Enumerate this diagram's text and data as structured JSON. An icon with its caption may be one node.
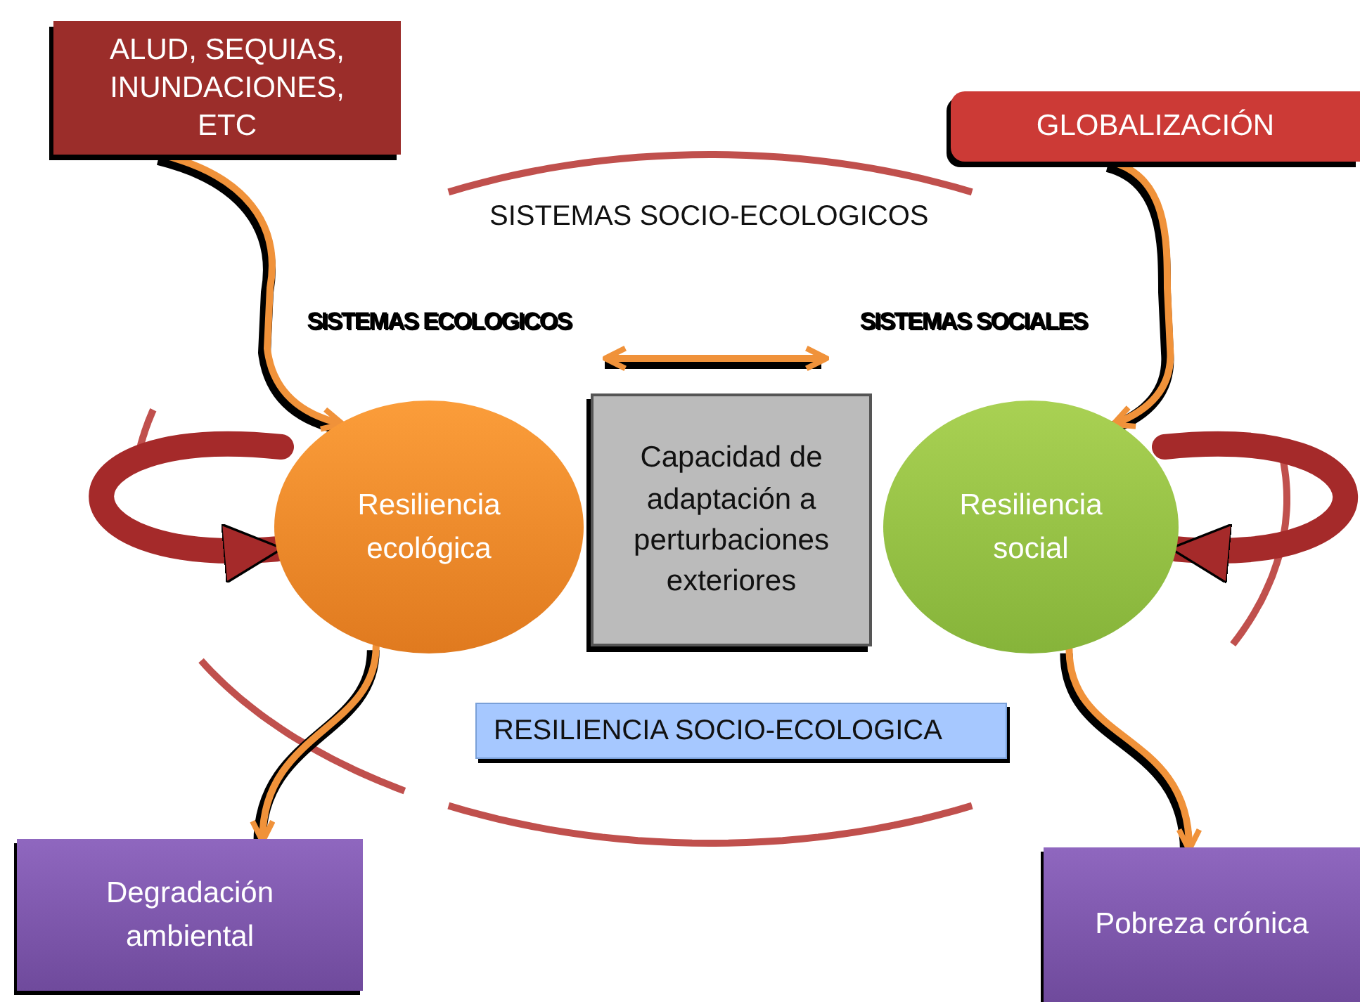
{
  "diagram": {
    "nodes": [
      {
        "text": [
          "ALUD, SEQUIAS, INUNDACIONES, ETC"
        ]
      },
      {
        "text": [
          "GLOBALIZACIÓN"
        ]
      },
      {
        "text": [
          "SISTEMAS ECOLOGICOS"
        ]
      },
      {
        "text": [
          "SISTEMAS SOCIALES"
        ]
      },
      {
        "text": [
          "Resiliencia ecológica"
        ]
      },
      {
        "text": [
          "Capacidad de adaptación a perturbaciones exteriores"
        ]
      },
      {
        "text": [
          "Resiliencia social"
        ]
      },
      {
        "text": [
          "RESILIENCIA SOCIO-ECOLOGICA"
        ]
      },
      {
        "text": [
          "Degradación ambiental"
        ]
      },
      {
        "text": [
          "Pobreza crónica"
        ]
      }
    ],
    "edges": [
      {
        "from": 0,
        "to": 4,
        "arrow": "to"
      },
      {
        "from": 1,
        "to": 6,
        "arrow": "to"
      },
      {
        "from": 2,
        "to": 3,
        "arrow": "both"
      },
      {
        "from": null,
        "to": 4,
        "arrow": "to",
        "style": "thick",
        "color": "#a52a2a"
      },
      {
        "from": null,
        "to": 6,
        "arrow": "to",
        "style": "thick",
        "color": "#a52a2a"
      },
      {
        "from": 4,
        "to": 8,
        "arrow": "to"
      },
      {
        "from": 6,
        "to": 9,
        "arrow": "to"
      }
    ],
    "labels": [
      "SISTEMAS SOCIO-ECOLOGICOS"
    ]
  }
}
